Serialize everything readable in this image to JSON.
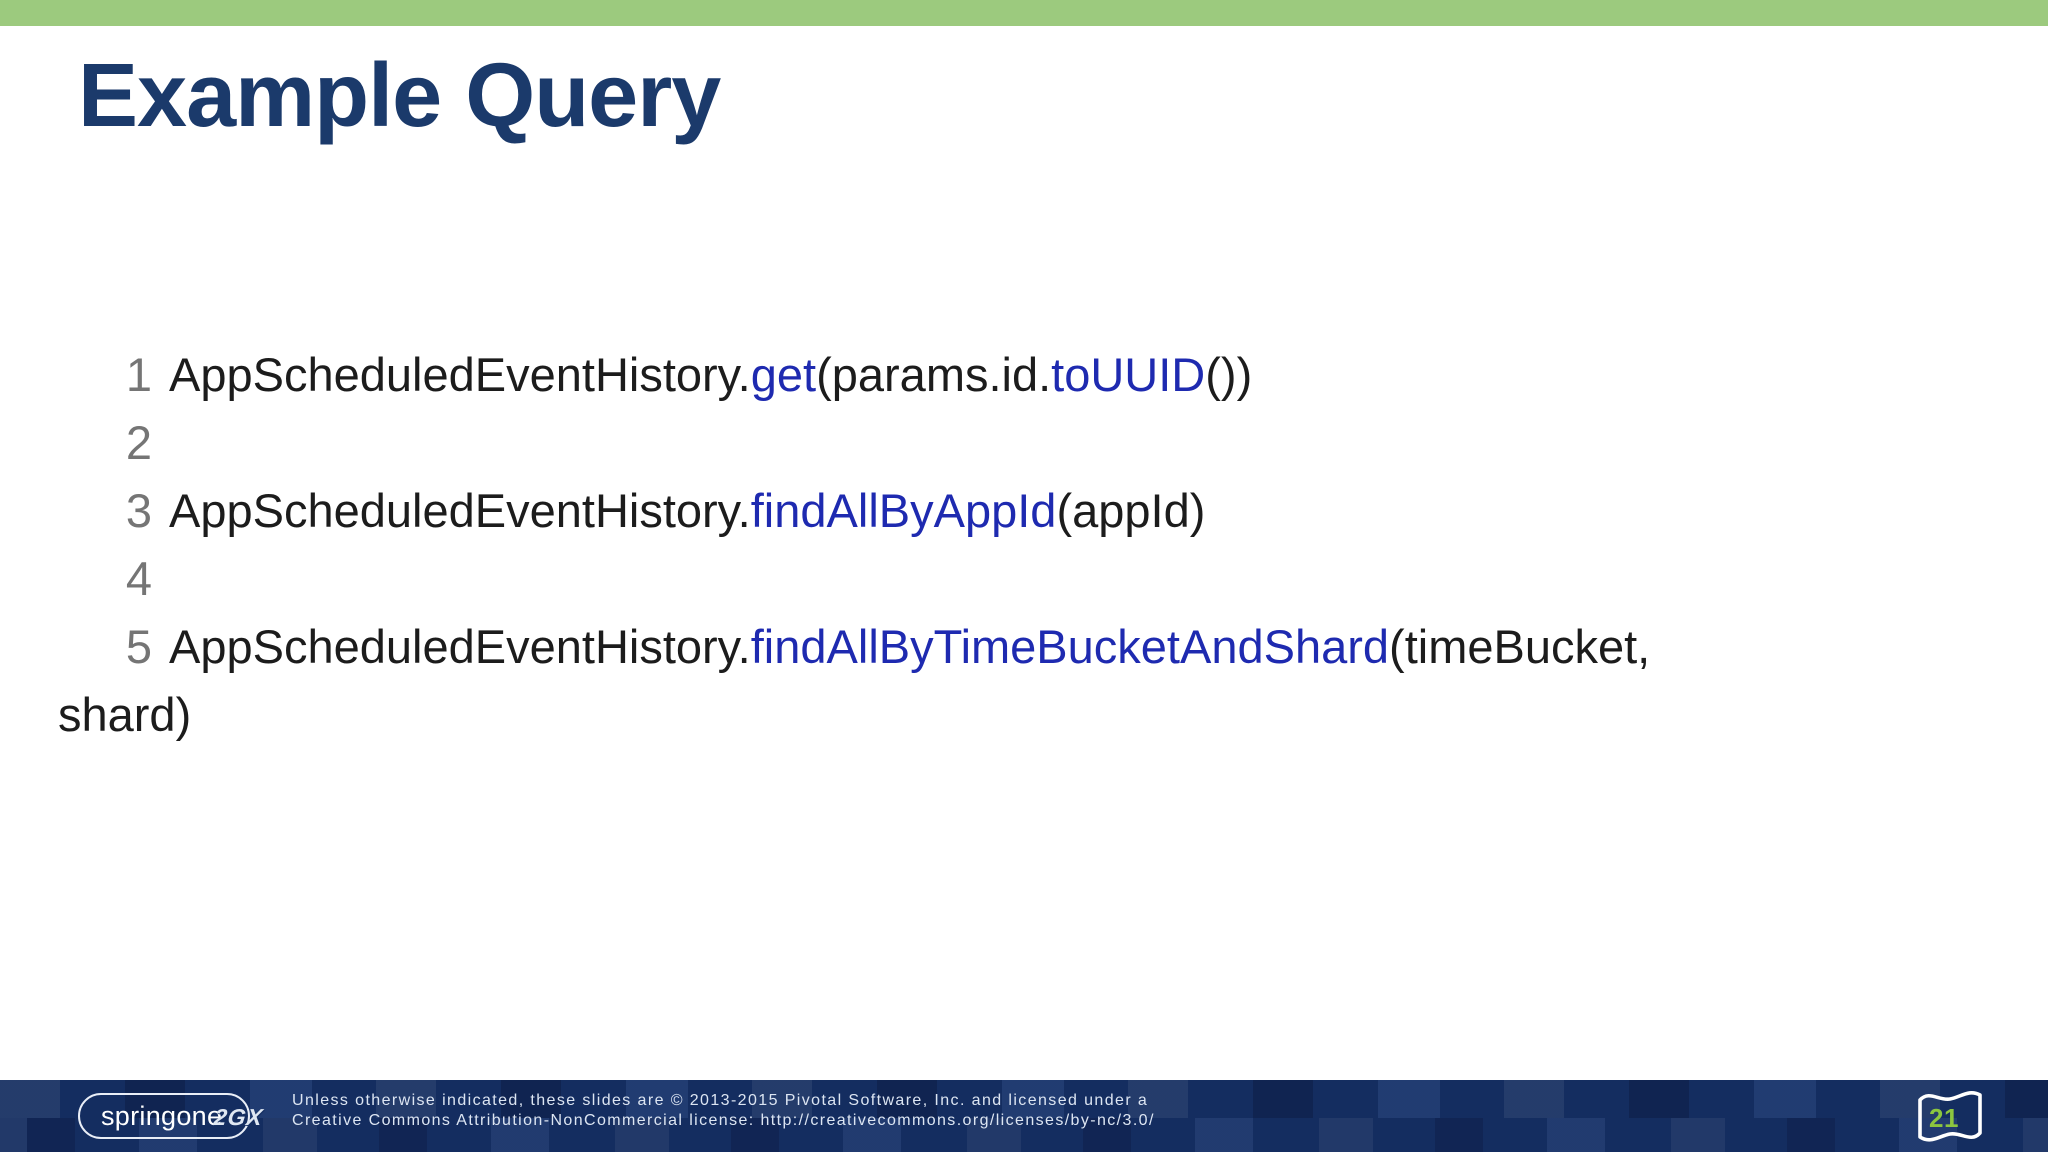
{
  "slide": {
    "title": "Example Query"
  },
  "colors": {
    "top_bar_green": "#9cca7e",
    "title_blue": "#1b3a6b",
    "code_plain": "#1c1c1c",
    "code_method_blue": "#1e2ab0",
    "code_line_number_gray": "#757575",
    "footer_background_blue": "#142d60",
    "footer_text": "#dce5f2",
    "page_number_green": "#8cc63f"
  },
  "code": {
    "lines": [
      {
        "number": "1",
        "tokens": [
          {
            "t": "plain",
            "text": "AppScheduledEventHistory."
          },
          {
            "t": "method",
            "text": "get"
          },
          {
            "t": "plain",
            "text": "(params.id."
          },
          {
            "t": "method",
            "text": "toUUID"
          },
          {
            "t": "plain",
            "text": "())"
          }
        ]
      },
      {
        "number": "2",
        "tokens": []
      },
      {
        "number": "3",
        "tokens": [
          {
            "t": "plain",
            "text": "AppScheduledEventHistory."
          },
          {
            "t": "method",
            "text": "findAllByAppId"
          },
          {
            "t": "plain",
            "text": "(appId)"
          }
        ]
      },
      {
        "number": "4",
        "tokens": []
      },
      {
        "number": "5",
        "tokens": [
          {
            "t": "plain",
            "text": "AppScheduledEventHistory."
          },
          {
            "t": "method",
            "text": "findAllByTimeBucketAndShard"
          },
          {
            "t": "plain",
            "text": "(timeBucket,"
          },
          {
            "t": "break"
          },
          {
            "t": "plain",
            "text": "shard)"
          }
        ]
      }
    ]
  },
  "footer": {
    "logo_primary": "springone",
    "logo_secondary": "2GX",
    "license_line1": "Unless otherwise indicated, these slides are © 2013-2015 Pivotal Software, Inc. and licensed under a",
    "license_line2": "Creative Commons Attribution-NonCommercial license: http://creativecommons.org/licenses/by-nc/3.0/",
    "page_number": "21"
  }
}
